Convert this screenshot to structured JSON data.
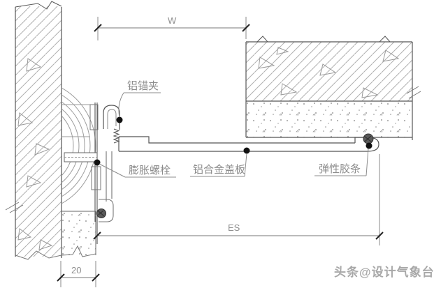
{
  "drawing": {
    "labels": {
      "anchor_clip": "铝锚夹",
      "expansion_bolt": "膨胀螺栓",
      "cover_plate": "铝合金盖板",
      "rubber_strip": "弹性胶条"
    },
    "dimensions": {
      "top_width": "W",
      "bottom_span": "ES",
      "wall_offset": "20"
    },
    "watermark": "头条@设计气象台",
    "colors": {
      "outline": "#555555",
      "hatch": "#aaaaaa",
      "label_text": "#8c8c8c",
      "anchor_dot": "#111111",
      "rubber": "#5a5a5a"
    }
  }
}
